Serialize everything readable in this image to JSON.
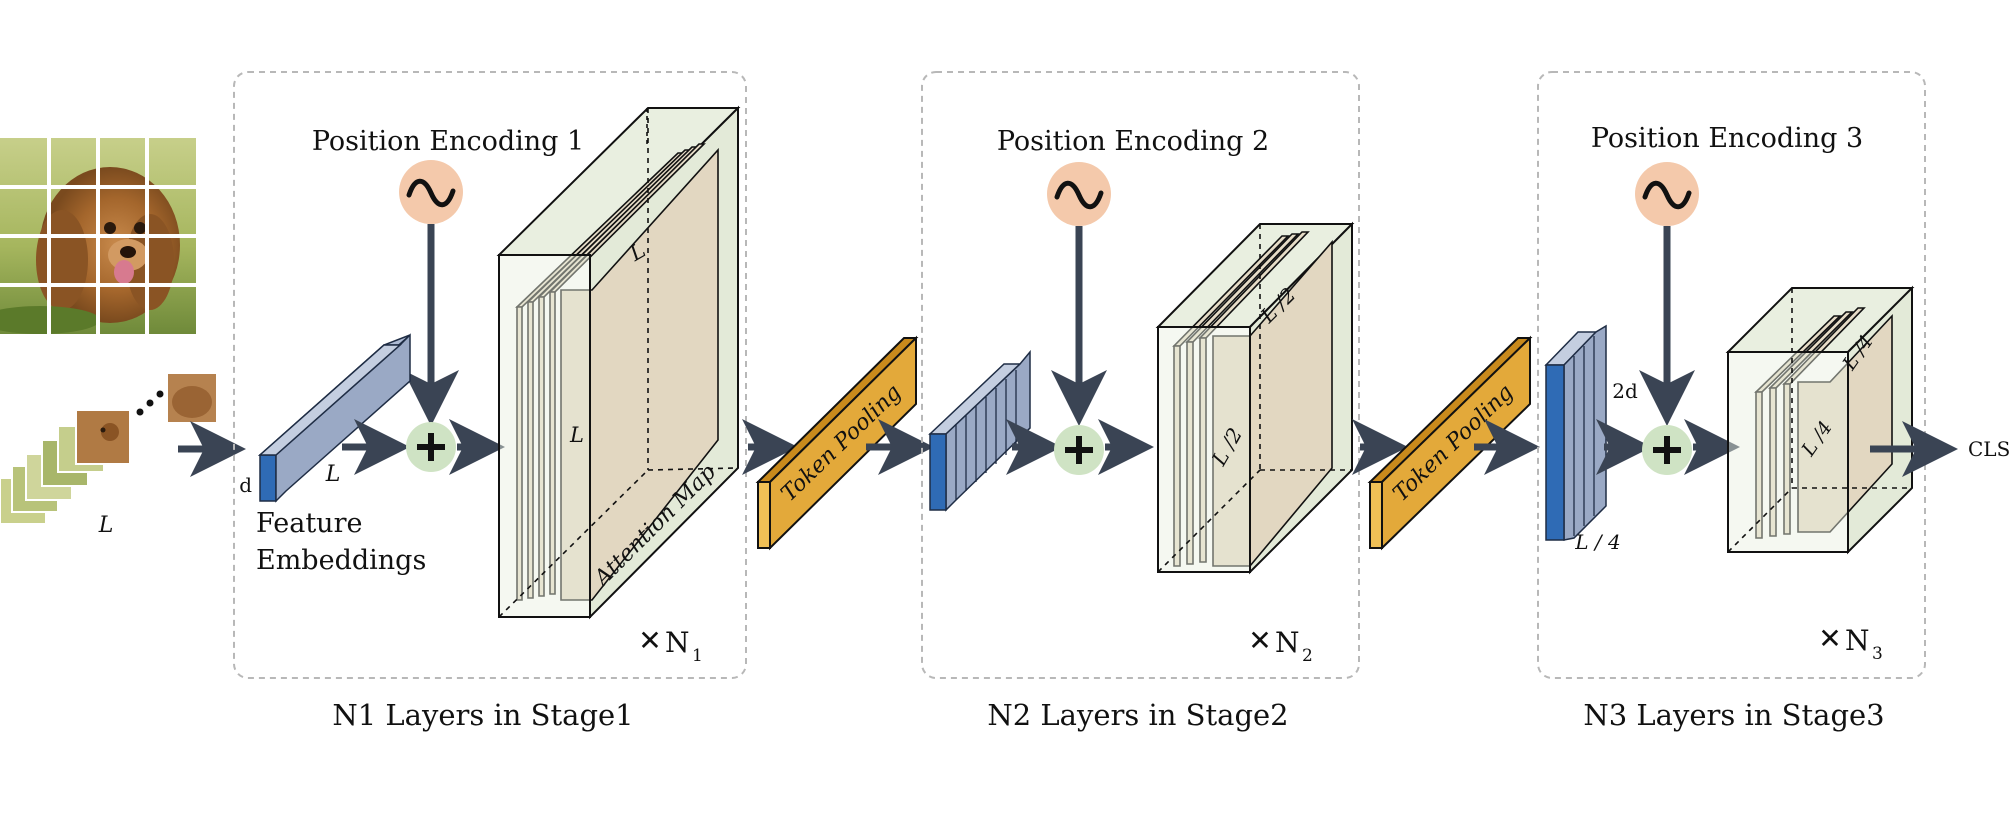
{
  "colors": {
    "accent_blue": "#2f6bb5",
    "slice_blue": "#aebbd4",
    "pooling": "#e3a93a",
    "plus_circle": "#cfe3c4",
    "pe_circle": "#f4c9ab",
    "cube": "#e9efe0",
    "slice": "#e6dcc7",
    "arrow": "#3a4454",
    "stage_border": "#b8b8b8"
  },
  "input": {
    "l_label": "L"
  },
  "stage1": {
    "title": "N1 Layers in Stage1",
    "pe_label": "Position Encoding 1",
    "emb_d": "d",
    "emb_l": "L",
    "feature_line1": "Feature",
    "feature_line2": "Embeddings",
    "att_top": "L",
    "att_side": "L",
    "attention_map": "Attention Map",
    "rep_n": "N",
    "rep_sub": "1"
  },
  "pool1": {
    "label": "Token Pooling"
  },
  "stage2": {
    "title": "N2 Layers in Stage2",
    "pe_label": "Position Encoding 2",
    "att_top": "L /2",
    "att_side": "L /2",
    "rep_n": "N",
    "rep_sub": "2"
  },
  "pool2": {
    "label": "Token Pooling"
  },
  "stage3": {
    "title": "N3 Layers in Stage3",
    "pe_label": "Position Encoding 3",
    "emb_d": "2d",
    "emb_l": "L / 4",
    "att_top": "L /4",
    "att_side": "L /4",
    "rep_n": "N",
    "rep_sub": "3"
  },
  "output": {
    "cls": "CLS"
  },
  "icons": {
    "wave": "sine-wave-icon",
    "plus": "plus-icon",
    "times": "times-icon",
    "image": "dog-photo-grid"
  }
}
